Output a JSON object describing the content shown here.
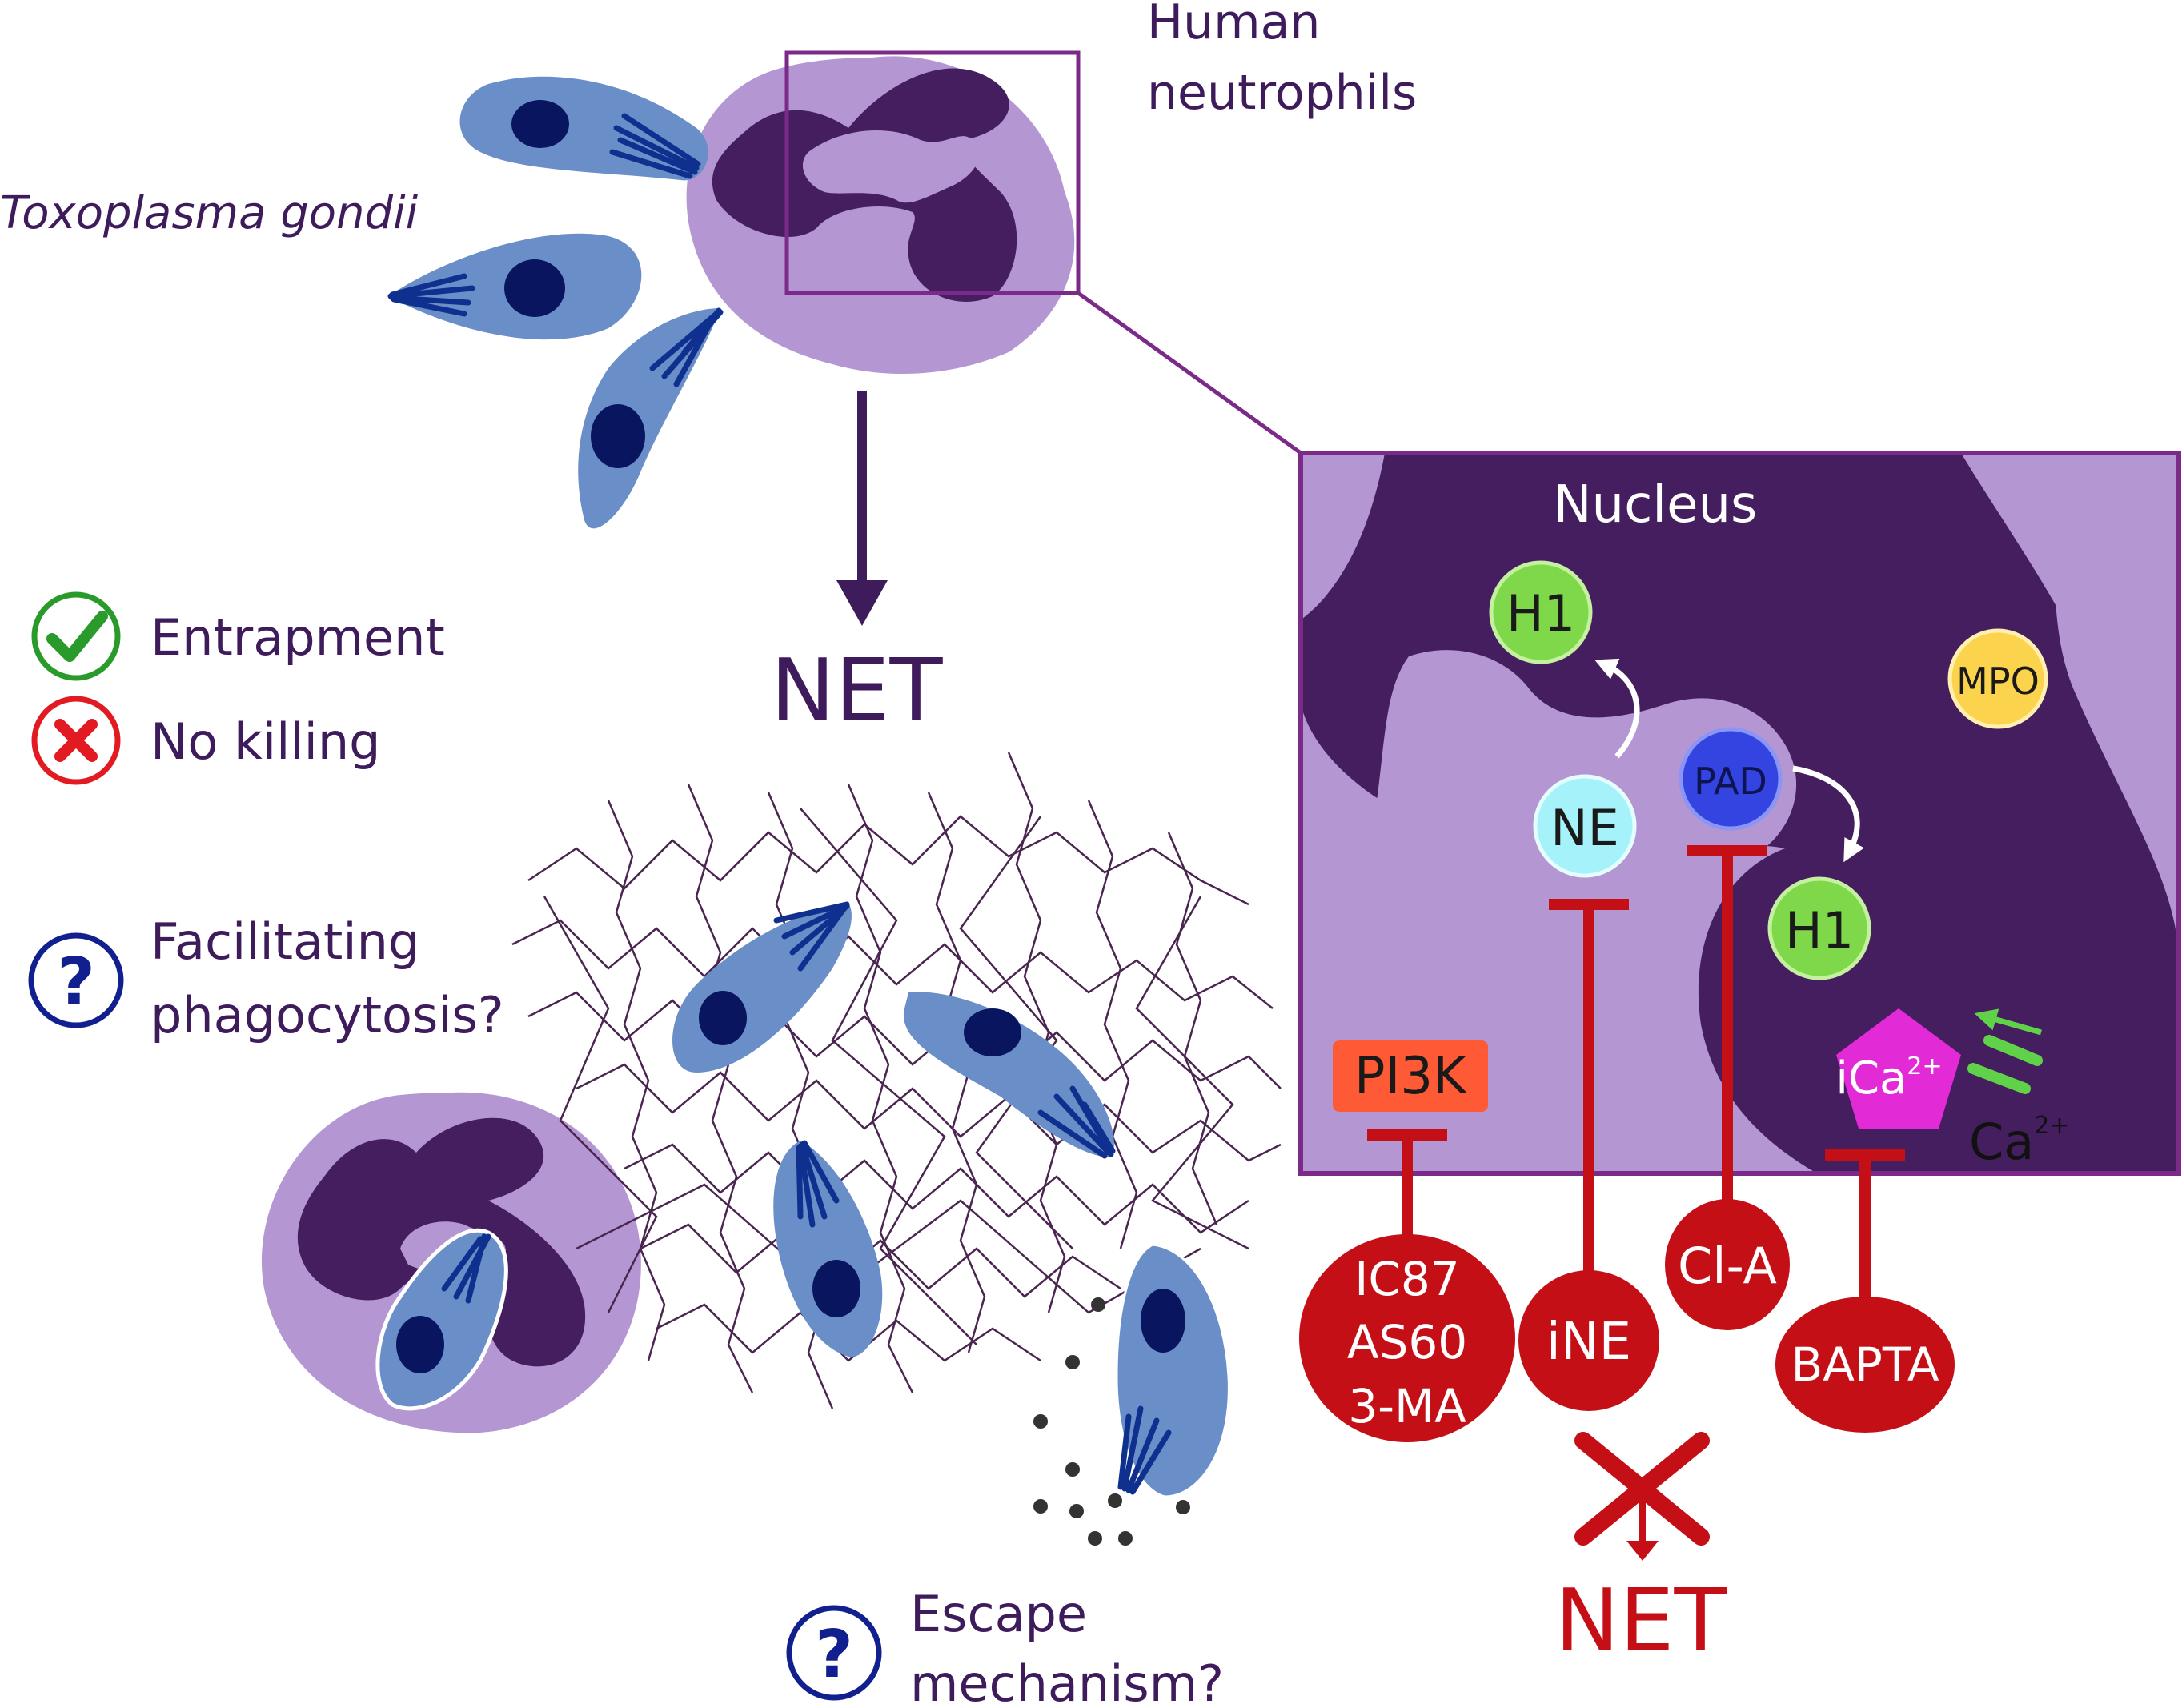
{
  "labels": {
    "toxoplasma": "Toxoplasma gondii",
    "neutrophils_line1": "Human",
    "neutrophils_line2": "neutrophils",
    "net_main": "NET",
    "entrapment": "Entrapment",
    "no_killing": "No killing",
    "facilitating_line1": "Facilitating",
    "facilitating_line2": "phagocytosis?",
    "escape_line1": "Escape",
    "escape_line2": "mechanism?",
    "nucleus": "Nucleus",
    "mpo": "MPO",
    "h1_top": "H1",
    "h1_bottom": "H1",
    "ne": "NE",
    "pad": "PAD",
    "pi3k": "PI3K",
    "ica_base": "iCa",
    "ica_sup": "2+",
    "ca_base": "Ca",
    "ca_sup": "2+",
    "inhibitor_1_line1": "IC87",
    "inhibitor_1_line2": "AS60",
    "inhibitor_1_line3": "3-MA",
    "inhibitor_2": "iNE",
    "inhibitor_3": "Cl-A",
    "inhibitor_4": "BAPTA",
    "net_blocked": "NET"
  },
  "icons": {
    "check": "check-circle-icon",
    "cross": "x-circle-icon",
    "question": "question-circle-icon"
  },
  "colors": {
    "title_purple": "#3e1c5c",
    "cell_purple": "#b497d2",
    "nucleus_dark": "#451e5f",
    "parasite_blue": "#6a8fc8",
    "parasite_nucleus": "#0a1560",
    "inhibitor_red": "#c50f17",
    "green_check": "#2a9a2a",
    "red_cross": "#e21a22",
    "blue_question": "#11208e",
    "h1_green": "#7ed84a",
    "ne_cyan": "#a6f2fa",
    "pad_blue": "#3344e0",
    "mpo_yellow": "#fbd34c",
    "pi3k_orange": "#ff5a36",
    "ica_magenta": "#e22ad6"
  }
}
